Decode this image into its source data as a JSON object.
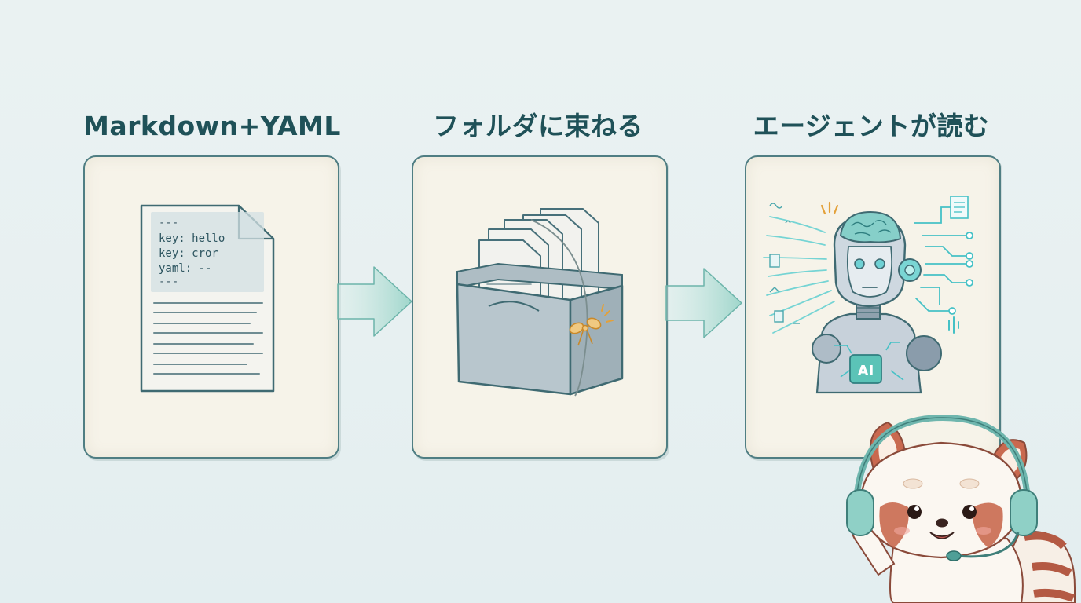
{
  "steps": [
    {
      "title": "Markdown+YAML"
    },
    {
      "title": "フォルダに束ねる"
    },
    {
      "title": "エージェントが読む"
    }
  ],
  "document": {
    "yaml_lines": [
      "---",
      "key: hello",
      "key: cror",
      "yaml: --",
      "---"
    ]
  },
  "robot": {
    "badge": "AI"
  },
  "colors": {
    "title": "#1f5158",
    "card_border": "#4f7e83",
    "card_bg": "#f6f3e9",
    "arrow": "#a9d8cf",
    "accent_teal": "#45c1c6",
    "bow": "#e3a13a"
  },
  "icons": [
    "document-icon",
    "file-box-icon",
    "ai-robot-icon",
    "red-panda-mascot"
  ]
}
